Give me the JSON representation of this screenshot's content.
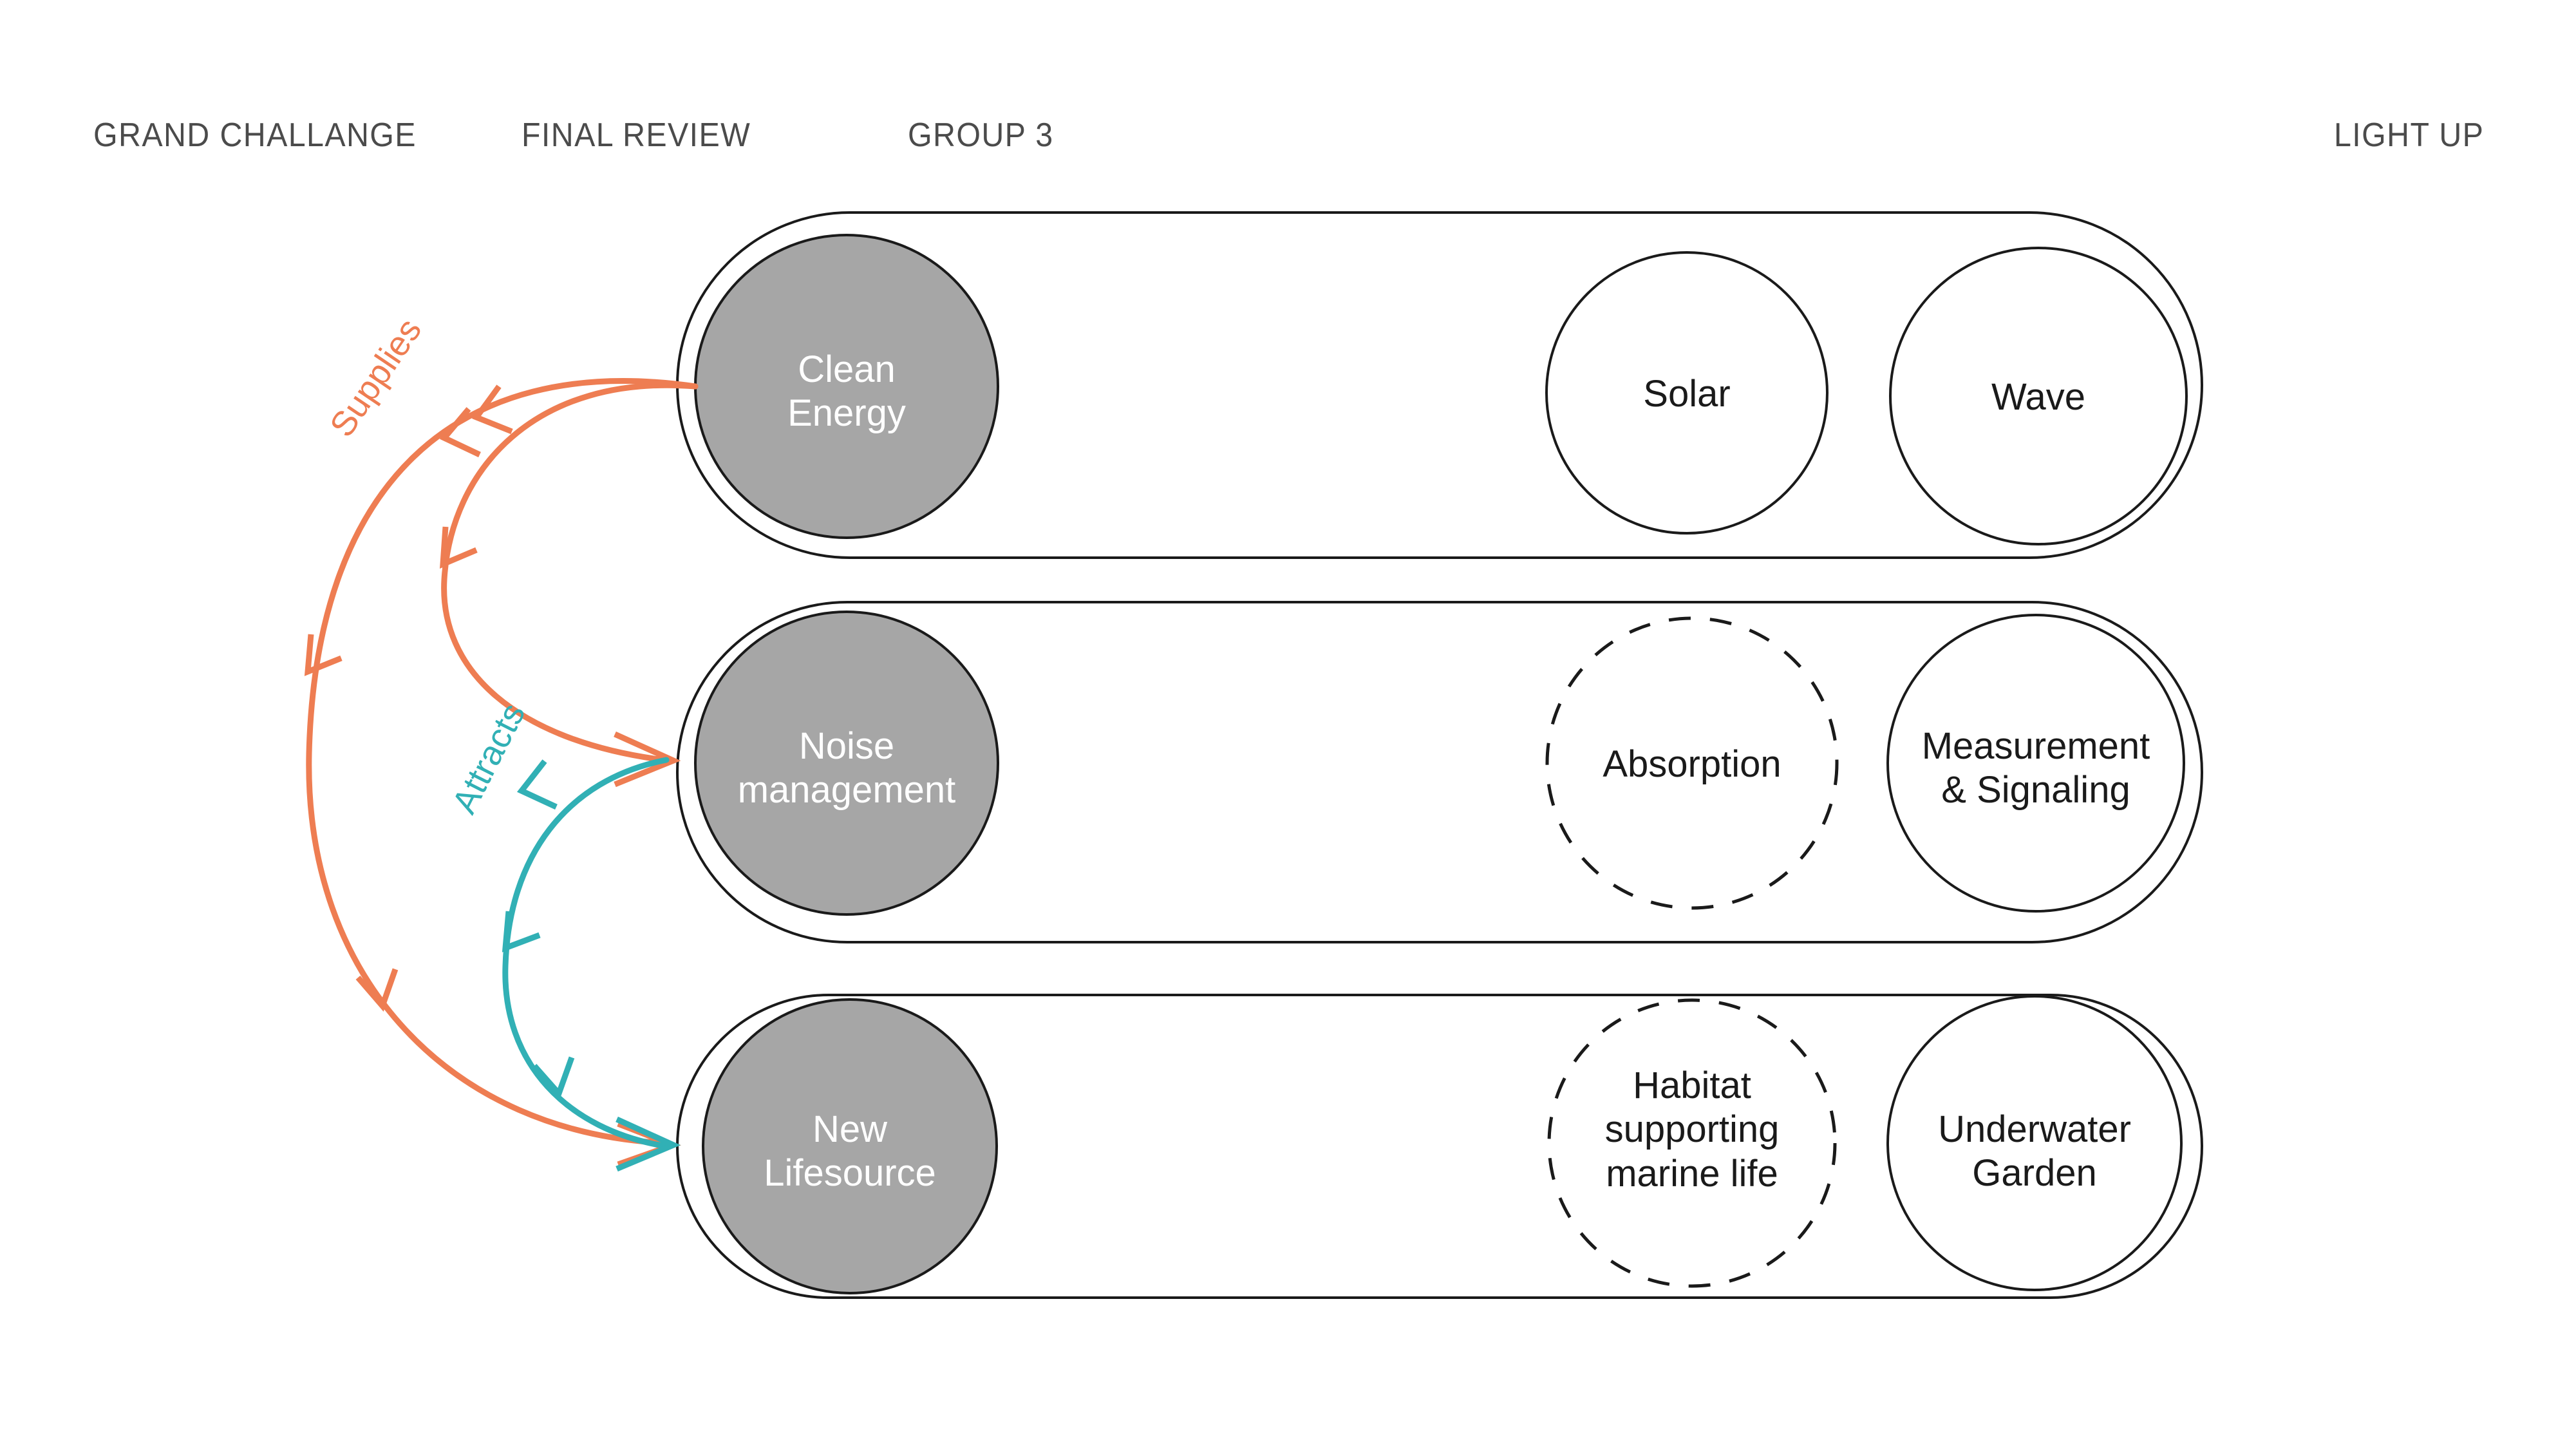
{
  "header": {
    "items": [
      {
        "label": "GRAND CHALLANGE"
      },
      {
        "label": "FINAL REVIEW"
      },
      {
        "label": "GROUP 3"
      },
      {
        "label": "LIGHT UP"
      }
    ]
  },
  "colors": {
    "orange": "#ee7d52",
    "teal": "#31b0b5",
    "node_fill": "#a6a6a6",
    "outline": "#1a1a1a",
    "header_text": "#4b4b4b",
    "background": "#ffffff"
  },
  "diagram": {
    "rows": [
      {
        "id": "clean-energy",
        "main": {
          "label": "Clean\nEnergy",
          "fill": "#a6a6a6",
          "text": "#ffffff",
          "stroke": "solid"
        },
        "middle": {
          "label": "Solar",
          "fill": "#ffffff",
          "text": "#1a1a1a",
          "stroke": "solid"
        },
        "right": {
          "label": "Wave",
          "fill": "#ffffff",
          "text": "#1a1a1a",
          "stroke": "solid"
        }
      },
      {
        "id": "noise-management",
        "main": {
          "label": "Noise\nmanagement",
          "fill": "#a6a6a6",
          "text": "#ffffff",
          "stroke": "solid"
        },
        "middle": {
          "label": "Absorption",
          "fill": "#ffffff",
          "text": "#1a1a1a",
          "stroke": "dashed"
        },
        "right": {
          "label": "Measurement\n& Signaling",
          "fill": "#ffffff",
          "text": "#1a1a1a",
          "stroke": "solid"
        }
      },
      {
        "id": "new-lifesource",
        "main": {
          "label": "New\nLifesource",
          "fill": "#a6a6a6",
          "text": "#ffffff",
          "stroke": "solid"
        },
        "middle": {
          "label": "Habitat\nsupporting\nmarine life",
          "fill": "#ffffff",
          "text": "#1a1a1a",
          "stroke": "dashed"
        },
        "right": {
          "label": "Underwater\nGarden",
          "fill": "#ffffff",
          "text": "#1a1a1a",
          "stroke": "solid"
        }
      }
    ],
    "edges": [
      {
        "id": "supplies",
        "label": "Supplies",
        "color": "#ee7d52",
        "from": "clean-energy",
        "to": "noise-management"
      },
      {
        "id": "supplies-outer",
        "label": "",
        "color": "#ee7d52",
        "from": "clean-energy",
        "to": "new-lifesource"
      },
      {
        "id": "attracts",
        "label": "Attracts",
        "color": "#31b0b5",
        "from": "noise-management",
        "to": "new-lifesource"
      }
    ]
  }
}
